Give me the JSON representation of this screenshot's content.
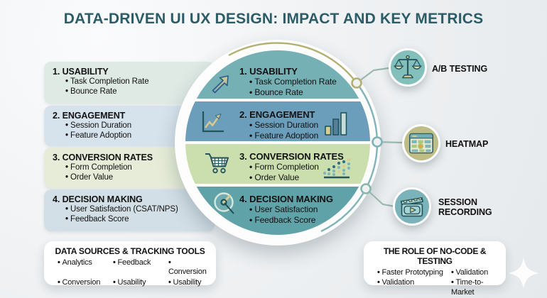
{
  "title": "DATA-DRIVEN UI UX DESIGN: IMPACT AND KEY METRICS",
  "colors": {
    "title_text": "#2b5d68",
    "band_usability": "#74b0b4",
    "band_engagement": "#6b9ebb",
    "band_conversion": "#cbdfae",
    "band_decision": "#5fa2a8",
    "panel_usability": "#dfeae5",
    "panel_engagement": "#d6e2ec",
    "panel_conversion": "#e6ecd7",
    "panel_decision": "#d3dfe6",
    "icon_circle_ab_testing": "#84c0bb",
    "icon_circle_heatmap": "#bdbd85",
    "icon_circle_session": "#7ab3b9",
    "connector_teal": "#7fb3b7",
    "connector_olive": "#b2b172",
    "icon_stroke": "#2c5f66",
    "accent_khaki": "#d9cd92"
  },
  "left_panels": [
    {
      "heading": "1. USABILITY",
      "bullets": [
        "Task Completion Rate",
        "Bounce Rate"
      ]
    },
    {
      "heading": "2. ENGAGEMENT",
      "bullets": [
        "Session Duration",
        "Feature Adoption"
      ]
    },
    {
      "heading": "3. CONVERSION RATES",
      "bullets": [
        "Form Completion",
        "Order Value"
      ]
    },
    {
      "heading": "4. DECISION MAKING",
      "bullets": [
        "User Satisfaction (CSAT/NPS)",
        "Feedback Score"
      ]
    }
  ],
  "circle": {
    "bands": [
      {
        "heading": "1. USABILITY",
        "bullets": [
          "Task Completion Rate",
          "Bounce Rate"
        ]
      },
      {
        "heading": "2. ENGAGEMENT",
        "bullets": [
          "Session Duration",
          "Feature Adoption"
        ]
      },
      {
        "heading": "3. CONVERSION RATES",
        "bullets": [
          "Form Completion",
          "Order Value"
        ]
      },
      {
        "heading": "4. DECISION MAKING",
        "bullets": [
          "User Satisfaction",
          "Feedback Score"
        ]
      }
    ]
  },
  "right_items": [
    {
      "label": "A/B TESTING"
    },
    {
      "label": "HEATMAP"
    },
    {
      "label": "SESSION RECORDING"
    }
  ],
  "bottom_left": {
    "title": "DATA SOURCES & TRACKING TOOLS",
    "bullets": [
      "Analytics",
      "Feedback",
      "Conversion",
      "Conversion",
      "Usability",
      "Usability"
    ]
  },
  "bottom_right": {
    "title": "THE ROLE OF NO-CODE & TESTING",
    "bullets": [
      "Faster Prototyping",
      "Validation",
      "Validation",
      "Time-to-Market"
    ]
  }
}
